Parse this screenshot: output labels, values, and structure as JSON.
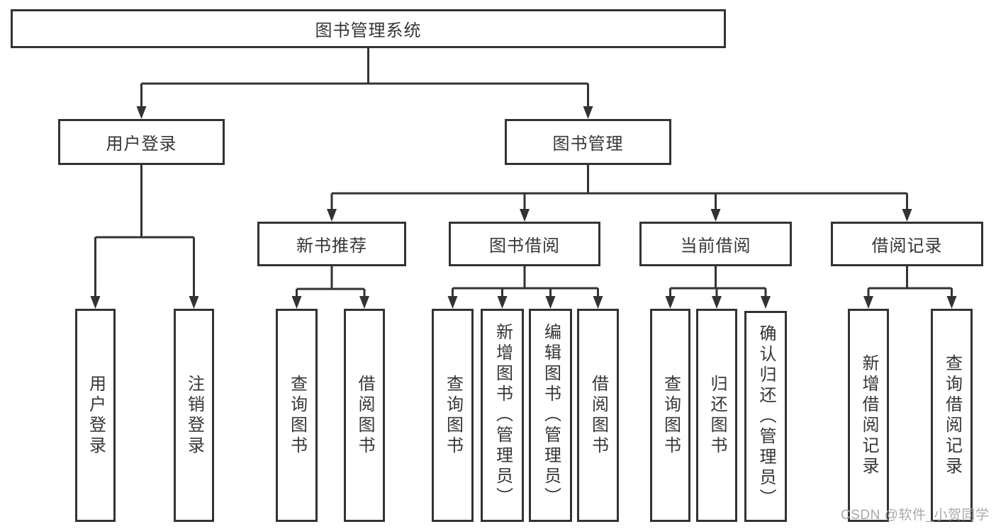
{
  "tree": {
    "root": "图书管理系统",
    "level1": [
      {
        "id": "user-login",
        "label": "用户登录",
        "children": [
          "用户登录",
          "注销登录"
        ]
      },
      {
        "id": "book-mgmt",
        "label": "图书管理",
        "sections": [
          {
            "label": "新书推荐",
            "children": [
              "查询图书",
              "借阅图书"
            ]
          },
          {
            "label": "图书借阅",
            "children": [
              "查询图书",
              "新增图书（管理员）",
              "编辑图书（管理员）",
              "借阅图书"
            ]
          },
          {
            "label": "当前借阅",
            "children": [
              "查询图书",
              "归还图书",
              "确认归还（管理员）"
            ]
          },
          {
            "label": "借阅记录",
            "children": [
              "新增借阅记录",
              "查询借阅记录"
            ]
          }
        ]
      }
    ]
  },
  "watermark": {
    "text": "CSDN @软件_小贺同学"
  },
  "colors": {
    "line": "#333333",
    "box_border": "#333333",
    "text": "#363636",
    "watermark": "#a9a9a9",
    "background": "#ffffff"
  }
}
